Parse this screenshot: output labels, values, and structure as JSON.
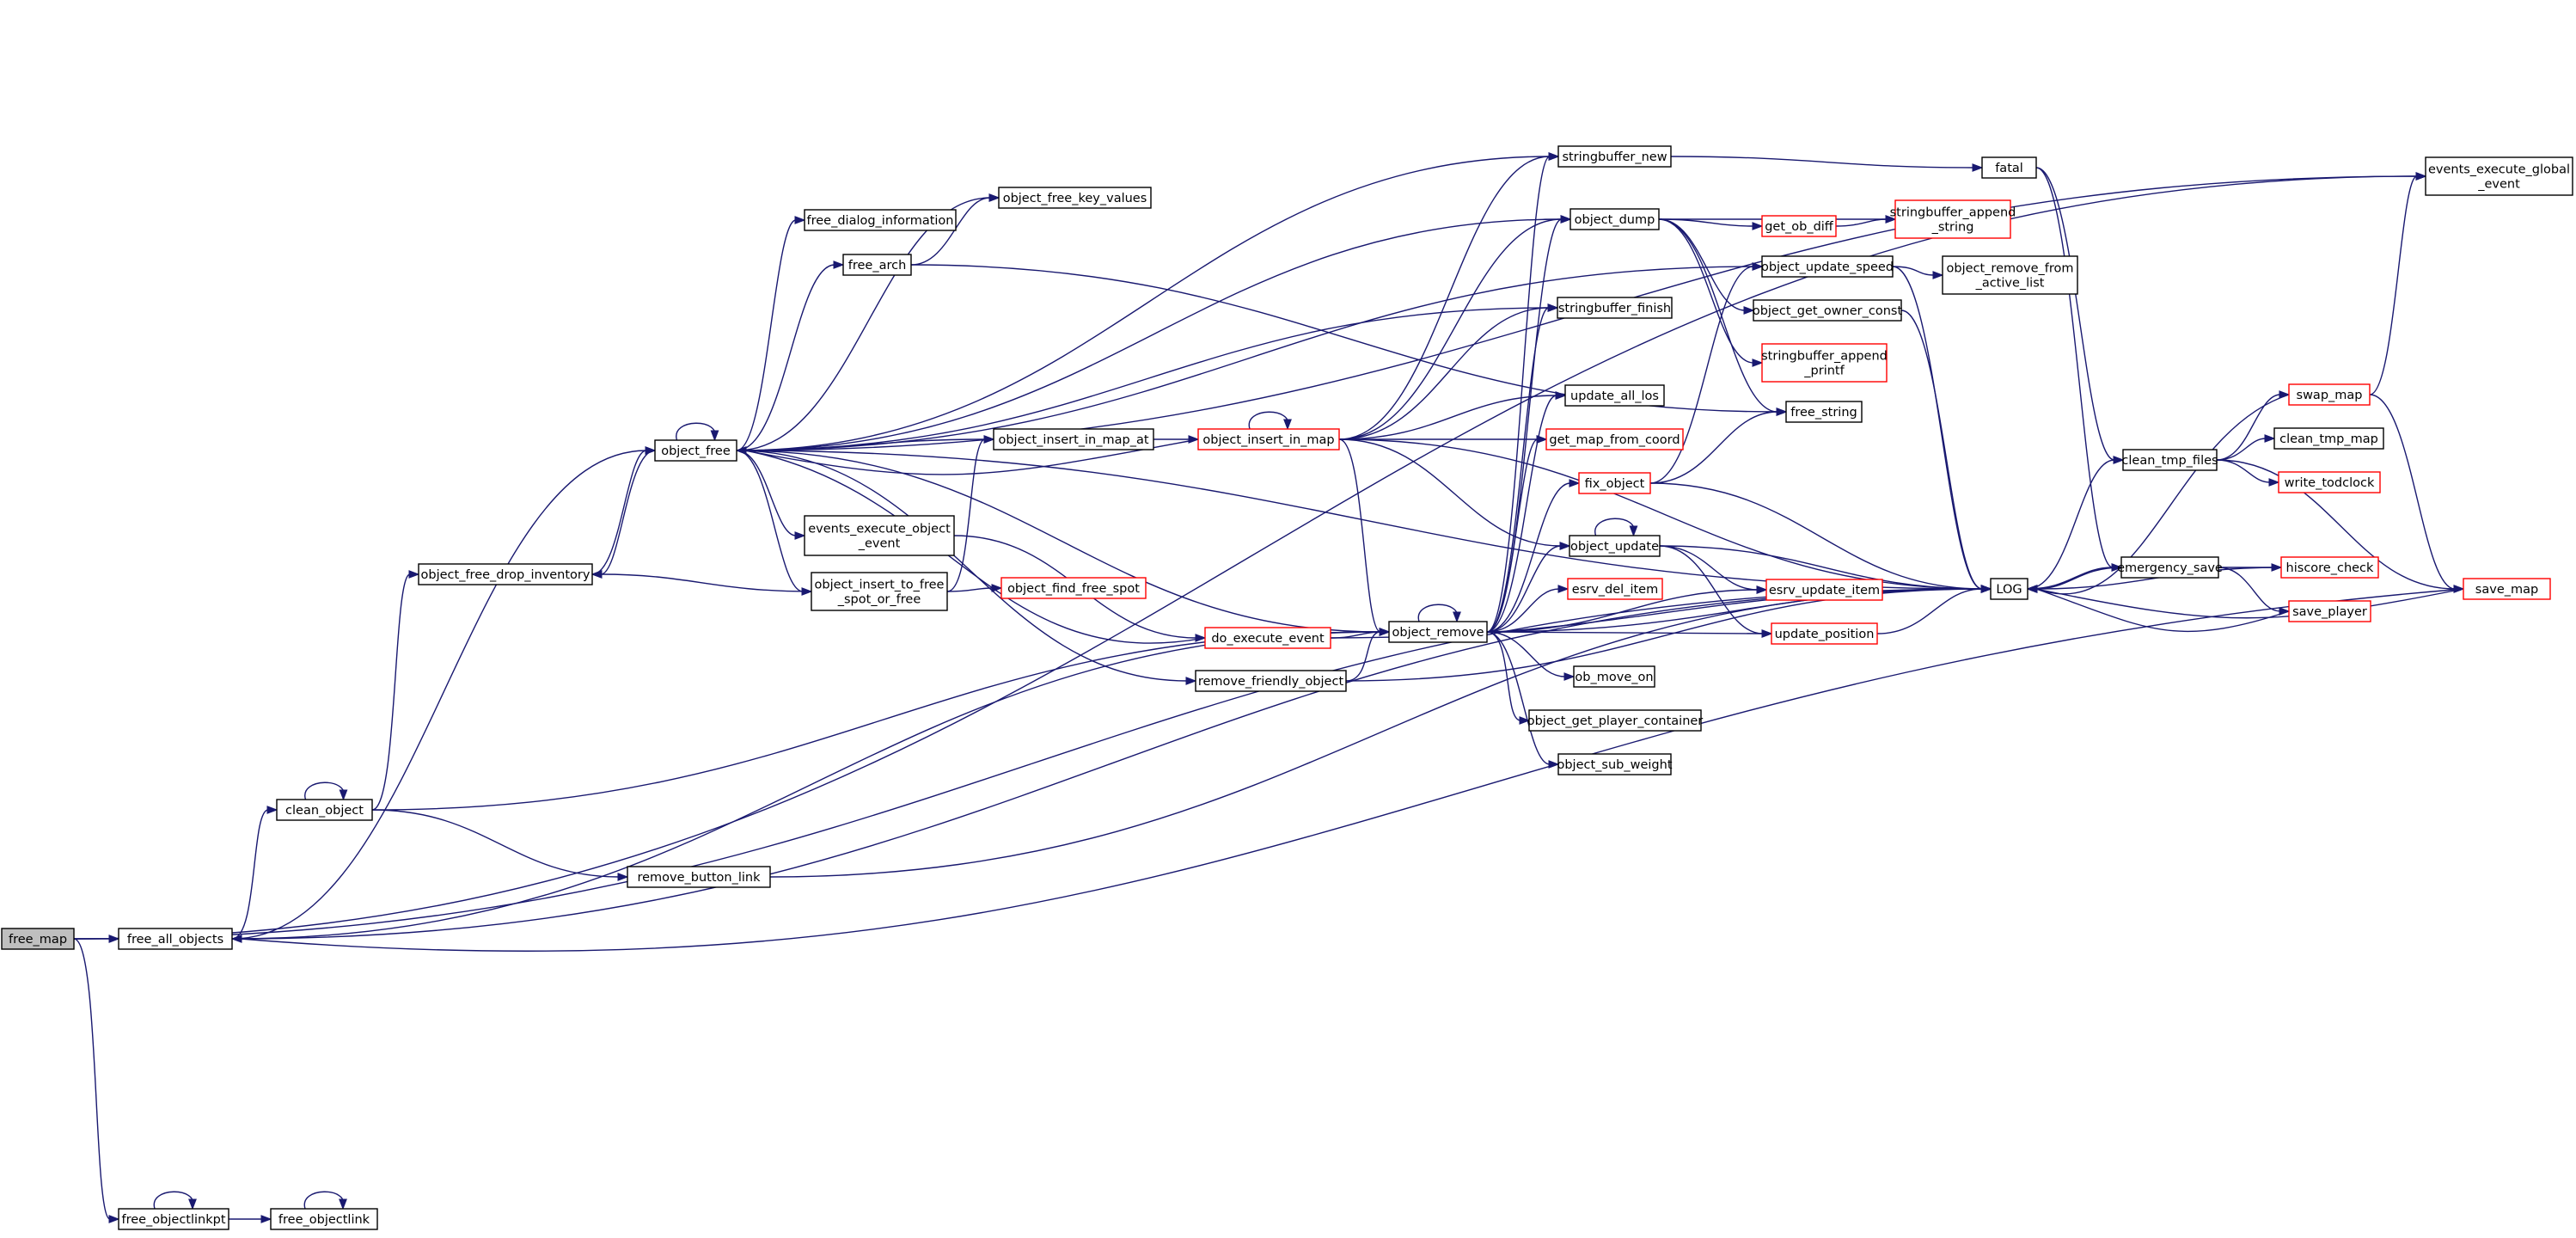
{
  "colors": {
    "edge": "#191970",
    "node_border": "#000000",
    "node_border_partial": "#ff0000",
    "node_fill": "#ffffff",
    "root_fill": "#bfbfbf"
  },
  "nodes": [
    {
      "id": "free_map",
      "label": [
        "free_map"
      ],
      "style": "root"
    },
    {
      "id": "free_all_objects",
      "label": [
        "free_all_objects"
      ],
      "style": "normal"
    },
    {
      "id": "free_objectlinkpt",
      "label": [
        "free_objectlinkpt"
      ],
      "style": "normal"
    },
    {
      "id": "free_objectlink",
      "label": [
        "free_objectlink"
      ],
      "style": "normal"
    },
    {
      "id": "clean_object",
      "label": [
        "clean_object"
      ],
      "style": "normal"
    },
    {
      "id": "remove_button_link",
      "label": [
        "remove_button_link"
      ],
      "style": "normal"
    },
    {
      "id": "object_free_drop_inventory",
      "label": [
        "object_free_drop_inventory"
      ],
      "style": "normal"
    },
    {
      "id": "object_free",
      "label": [
        "object_free"
      ],
      "style": "normal"
    },
    {
      "id": "free_dialog_information",
      "label": [
        "free_dialog_information"
      ],
      "style": "normal"
    },
    {
      "id": "free_arch",
      "label": [
        "free_arch"
      ],
      "style": "normal"
    },
    {
      "id": "object_free_key_values",
      "label": [
        "object_free_key_values"
      ],
      "style": "normal"
    },
    {
      "id": "object_insert_in_map_at",
      "label": [
        "object_insert_in_map_at"
      ],
      "style": "normal"
    },
    {
      "id": "events_execute_object_event",
      "label": [
        "events_execute_object",
        "_event"
      ],
      "style": "normal"
    },
    {
      "id": "object_insert_to_free_spot_or_free",
      "label": [
        "object_insert_to_free",
        "_spot_or_free"
      ],
      "style": "normal"
    },
    {
      "id": "object_find_free_spot",
      "label": [
        "object_find_free_spot"
      ],
      "style": "partial"
    },
    {
      "id": "object_insert_in_map",
      "label": [
        "object_insert_in_map"
      ],
      "style": "partial"
    },
    {
      "id": "do_execute_event",
      "label": [
        "do_execute_event"
      ],
      "style": "partial"
    },
    {
      "id": "remove_friendly_object",
      "label": [
        "remove_friendly_object"
      ],
      "style": "normal"
    },
    {
      "id": "object_remove",
      "label": [
        "object_remove"
      ],
      "style": "normal"
    },
    {
      "id": "stringbuffer_new",
      "label": [
        "stringbuffer_new"
      ],
      "style": "normal"
    },
    {
      "id": "object_dump",
      "label": [
        "object_dump"
      ],
      "style": "normal"
    },
    {
      "id": "stringbuffer_finish",
      "label": [
        "stringbuffer_finish"
      ],
      "style": "normal"
    },
    {
      "id": "update_all_los",
      "label": [
        "update_all_los"
      ],
      "style": "normal"
    },
    {
      "id": "get_map_from_coord",
      "label": [
        "get_map_from_coord"
      ],
      "style": "partial"
    },
    {
      "id": "fix_object",
      "label": [
        "fix_object"
      ],
      "style": "partial"
    },
    {
      "id": "object_update",
      "label": [
        "object_update"
      ],
      "style": "normal"
    },
    {
      "id": "esrv_del_item",
      "label": [
        "esrv_del_item"
      ],
      "style": "partial"
    },
    {
      "id": "ob_move_on",
      "label": [
        "ob_move_on"
      ],
      "style": "normal"
    },
    {
      "id": "object_get_player_container",
      "label": [
        "object_get_player_container"
      ],
      "style": "normal"
    },
    {
      "id": "object_sub_weight",
      "label": [
        "object_sub_weight"
      ],
      "style": "normal"
    },
    {
      "id": "fatal",
      "label": [
        "fatal"
      ],
      "style": "normal"
    },
    {
      "id": "get_ob_diff",
      "label": [
        "get_ob_diff"
      ],
      "style": "partial"
    },
    {
      "id": "stringbuffer_append_string",
      "label": [
        "stringbuffer_append",
        "_string"
      ],
      "style": "partial"
    },
    {
      "id": "object_update_speed",
      "label": [
        "object_update_speed"
      ],
      "style": "normal"
    },
    {
      "id": "object_remove_from_active_list",
      "label": [
        "object_remove_from",
        "_active_list"
      ],
      "style": "normal"
    },
    {
      "id": "object_get_owner_const",
      "label": [
        "object_get_owner_const"
      ],
      "style": "normal"
    },
    {
      "id": "stringbuffer_append_printf",
      "label": [
        "stringbuffer_append",
        "_printf"
      ],
      "style": "partial"
    },
    {
      "id": "free_string",
      "label": [
        "free_string"
      ],
      "style": "normal"
    },
    {
      "id": "esrv_update_item",
      "label": [
        "esrv_update_item"
      ],
      "style": "partial"
    },
    {
      "id": "update_position",
      "label": [
        "update_position"
      ],
      "style": "partial"
    },
    {
      "id": "LOG",
      "label": [
        "LOG"
      ],
      "style": "normal"
    },
    {
      "id": "emergency_save",
      "label": [
        "emergency_save"
      ],
      "style": "normal"
    },
    {
      "id": "clean_tmp_files",
      "label": [
        "clean_tmp_files"
      ],
      "style": "normal"
    },
    {
      "id": "swap_map",
      "label": [
        "swap_map"
      ],
      "style": "partial"
    },
    {
      "id": "clean_tmp_map",
      "label": [
        "clean_tmp_map"
      ],
      "style": "normal"
    },
    {
      "id": "write_todclock",
      "label": [
        "write_todclock"
      ],
      "style": "partial"
    },
    {
      "id": "hiscore_check",
      "label": [
        "hiscore_check"
      ],
      "style": "partial"
    },
    {
      "id": "save_player",
      "label": [
        "save_player"
      ],
      "style": "partial"
    },
    {
      "id": "save_map",
      "label": [
        "save_map"
      ],
      "style": "partial"
    },
    {
      "id": "events_execute_global_event",
      "label": [
        "events_execute_global",
        "_event"
      ],
      "style": "normal"
    }
  ],
  "edges": [
    [
      "free_map",
      "free_all_objects"
    ],
    [
      "free_map",
      "free_objectlinkpt"
    ],
    [
      "free_map",
      "LOG"
    ],
    [
      "free_map",
      "events_execute_global_event"
    ],
    [
      "free_all_objects",
      "clean_object"
    ],
    [
      "free_all_objects",
      "object_free"
    ],
    [
      "free_all_objects",
      "object_remove"
    ],
    [
      "free_all_objects",
      "LOG"
    ],
    [
      "free_objectlinkpt",
      "free_objectlinkpt"
    ],
    [
      "free_objectlinkpt",
      "free_objectlink"
    ],
    [
      "free_objectlink",
      "free_objectlink"
    ],
    [
      "clean_object",
      "clean_object"
    ],
    [
      "clean_object",
      "object_free_drop_inventory"
    ],
    [
      "clean_object",
      "object_remove"
    ],
    [
      "clean_object",
      "remove_button_link"
    ],
    [
      "remove_button_link",
      "LOG"
    ],
    [
      "object_free_drop_inventory",
      "object_free"
    ],
    [
      "object_free",
      "object_free"
    ],
    [
      "object_free",
      "object_free_drop_inventory"
    ],
    [
      "object_free",
      "free_dialog_information"
    ],
    [
      "object_free",
      "free_arch"
    ],
    [
      "object_free",
      "object_free_key_values"
    ],
    [
      "object_free",
      "object_insert_in_map_at"
    ],
    [
      "object_free",
      "events_execute_object_event"
    ],
    [
      "object_free",
      "object_insert_to_free_spot_or_free"
    ],
    [
      "object_free",
      "remove_friendly_object"
    ],
    [
      "object_free",
      "object_remove"
    ],
    [
      "object_free",
      "stringbuffer_new"
    ],
    [
      "object_free",
      "object_dump"
    ],
    [
      "object_free",
      "stringbuffer_finish"
    ],
    [
      "object_free",
      "object_update_speed"
    ],
    [
      "object_free",
      "LOG"
    ],
    [
      "object_free",
      "events_execute_global_event"
    ],
    [
      "free_arch",
      "object_free_key_values"
    ],
    [
      "free_arch",
      "free_string"
    ],
    [
      "object_insert_in_map_at",
      "object_insert_in_map"
    ],
    [
      "object_insert_in_map",
      "object_insert_in_map"
    ],
    [
      "object_insert_in_map",
      "object_free"
    ],
    [
      "object_insert_in_map",
      "stringbuffer_new"
    ],
    [
      "object_insert_in_map",
      "object_dump"
    ],
    [
      "object_insert_in_map",
      "stringbuffer_finish"
    ],
    [
      "object_insert_in_map",
      "update_all_los"
    ],
    [
      "object_insert_in_map",
      "get_map_from_coord"
    ],
    [
      "object_insert_in_map",
      "object_update"
    ],
    [
      "object_insert_in_map",
      "object_remove"
    ],
    [
      "object_insert_in_map",
      "LOG"
    ],
    [
      "events_execute_object_event",
      "do_execute_event"
    ],
    [
      "object_insert_to_free_spot_or_free",
      "object_free_drop_inventory"
    ],
    [
      "object_insert_to_free_spot_or_free",
      "object_insert_in_map_at"
    ],
    [
      "object_insert_to_free_spot_or_free",
      "object_find_free_spot"
    ],
    [
      "do_execute_event",
      "object_free"
    ],
    [
      "do_execute_event",
      "object_remove"
    ],
    [
      "do_execute_event",
      "LOG"
    ],
    [
      "remove_friendly_object",
      "object_remove"
    ],
    [
      "remove_friendly_object",
      "LOG"
    ],
    [
      "object_remove",
      "object_remove"
    ],
    [
      "object_remove",
      "stringbuffer_new"
    ],
    [
      "object_remove",
      "object_dump"
    ],
    [
      "object_remove",
      "stringbuffer_finish"
    ],
    [
      "object_remove",
      "update_all_los"
    ],
    [
      "object_remove",
      "get_map_from_coord"
    ],
    [
      "object_remove",
      "fix_object"
    ],
    [
      "object_remove",
      "object_update"
    ],
    [
      "object_remove",
      "esrv_del_item"
    ],
    [
      "object_remove",
      "esrv_update_item"
    ],
    [
      "object_remove",
      "ob_move_on"
    ],
    [
      "object_remove",
      "object_get_player_container"
    ],
    [
      "object_remove",
      "object_sub_weight"
    ],
    [
      "object_remove",
      "update_position"
    ],
    [
      "object_remove",
      "LOG"
    ],
    [
      "stringbuffer_new",
      "fatal"
    ],
    [
      "object_dump",
      "get_ob_diff"
    ],
    [
      "object_dump",
      "stringbuffer_append_string"
    ],
    [
      "object_dump",
      "object_get_owner_const"
    ],
    [
      "object_dump",
      "stringbuffer_append_printf"
    ],
    [
      "object_dump",
      "free_string"
    ],
    [
      "get_ob_diff",
      "stringbuffer_append_string"
    ],
    [
      "fix_object",
      "object_update_speed"
    ],
    [
      "fix_object",
      "free_string"
    ],
    [
      "fix_object",
      "LOG"
    ],
    [
      "object_update",
      "object_update"
    ],
    [
      "object_update",
      "esrv_update_item"
    ],
    [
      "object_update",
      "update_position"
    ],
    [
      "object_update",
      "LOG"
    ],
    [
      "update_position",
      "LOG"
    ],
    [
      "object_update_speed",
      "object_remove_from_active_list"
    ],
    [
      "object_update_speed",
      "LOG"
    ],
    [
      "object_get_owner_const",
      "LOG"
    ],
    [
      "fatal",
      "emergency_save"
    ],
    [
      "fatal",
      "clean_tmp_files"
    ],
    [
      "LOG",
      "emergency_save"
    ],
    [
      "LOG",
      "clean_tmp_files"
    ],
    [
      "emergency_save",
      "LOG"
    ],
    [
      "emergency_save",
      "hiscore_check"
    ],
    [
      "emergency_save",
      "save_player"
    ],
    [
      "hiscore_check",
      "LOG"
    ],
    [
      "save_player",
      "LOG"
    ],
    [
      "clean_tmp_files",
      "swap_map"
    ],
    [
      "clean_tmp_files",
      "clean_tmp_map"
    ],
    [
      "clean_tmp_files",
      "write_todclock"
    ],
    [
      "clean_tmp_files",
      "save_map"
    ],
    [
      "swap_map",
      "LOG"
    ],
    [
      "swap_map",
      "save_map"
    ],
    [
      "swap_map",
      "events_execute_global_event"
    ],
    [
      "save_map",
      "LOG"
    ],
    [
      "save_map",
      "free_all_objects"
    ]
  ]
}
